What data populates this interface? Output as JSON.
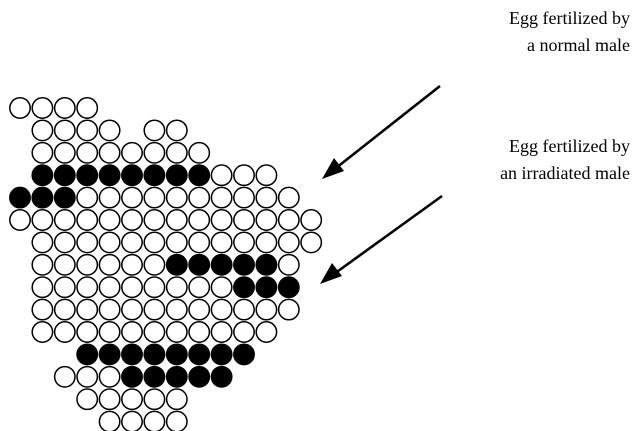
{
  "labels": {
    "normal": [
      "Egg fertilized by",
      "a normal male"
    ],
    "irradiated": [
      "Egg fertilized by",
      "an irradiated male"
    ]
  },
  "egg_key": {
    "white": "Egg fertilized by a normal male",
    "black": "Egg fertilized by an irradiated male"
  },
  "colors": {
    "normal_egg": "#ffffff",
    "irradiated_egg": "#000000",
    "outline": "#000000"
  },
  "egg_mass": {
    "rows": [
      [
        "W",
        "W",
        "W",
        "W",
        "_",
        "_",
        "_",
        "_",
        "_",
        "_",
        "_",
        "_",
        "_",
        "_"
      ],
      [
        "_",
        "W",
        "W",
        "W",
        "W",
        "_",
        "W",
        "W",
        "_",
        "_",
        "_",
        "_",
        "_",
        "_"
      ],
      [
        "_",
        "W",
        "W",
        "W",
        "W",
        "W",
        "W",
        "W",
        "W",
        "_",
        "_",
        "_",
        "_",
        "_"
      ],
      [
        "_",
        "B",
        "B",
        "B",
        "B",
        "B",
        "B",
        "B",
        "B",
        "W",
        "W",
        "W",
        "_",
        "_"
      ],
      [
        "B",
        "B",
        "B",
        "W",
        "W",
        "W",
        "W",
        "W",
        "W",
        "W",
        "W",
        "W",
        "W",
        "_"
      ],
      [
        "W",
        "W",
        "W",
        "W",
        "W",
        "W",
        "W",
        "W",
        "W",
        "W",
        "W",
        "W",
        "W",
        "W"
      ],
      [
        "_",
        "W",
        "W",
        "W",
        "W",
        "W",
        "W",
        "W",
        "W",
        "W",
        "W",
        "W",
        "W",
        "W"
      ],
      [
        "_",
        "W",
        "W",
        "W",
        "W",
        "W",
        "W",
        "B",
        "B",
        "B",
        "B",
        "B",
        "W",
        "_"
      ],
      [
        "_",
        "W",
        "W",
        "W",
        "W",
        "W",
        "W",
        "W",
        "W",
        "W",
        "B",
        "B",
        "B",
        "_"
      ],
      [
        "_",
        "W",
        "W",
        "W",
        "W",
        "W",
        "W",
        "W",
        "W",
        "W",
        "W",
        "W",
        "W",
        "_"
      ],
      [
        "_",
        "W",
        "W",
        "W",
        "W",
        "W",
        "W",
        "W",
        "W",
        "W",
        "W",
        "W",
        "_",
        "_"
      ],
      [
        "_",
        "_",
        "_",
        "B",
        "B",
        "B",
        "B",
        "B",
        "B",
        "B",
        "B",
        "_",
        "_",
        "_"
      ],
      [
        "_",
        "_",
        "W",
        "W",
        "W",
        "B",
        "B",
        "B",
        "B",
        "B",
        "_",
        "_",
        "_",
        "_"
      ],
      [
        "_",
        "_",
        "_",
        "W",
        "W",
        "W",
        "W",
        "W",
        "_",
        "_",
        "_",
        "_",
        "_",
        "_"
      ],
      [
        "_",
        "_",
        "_",
        "_",
        "W",
        "W",
        "W",
        "W",
        "_",
        "_",
        "_",
        "_",
        "_",
        "_"
      ]
    ]
  }
}
